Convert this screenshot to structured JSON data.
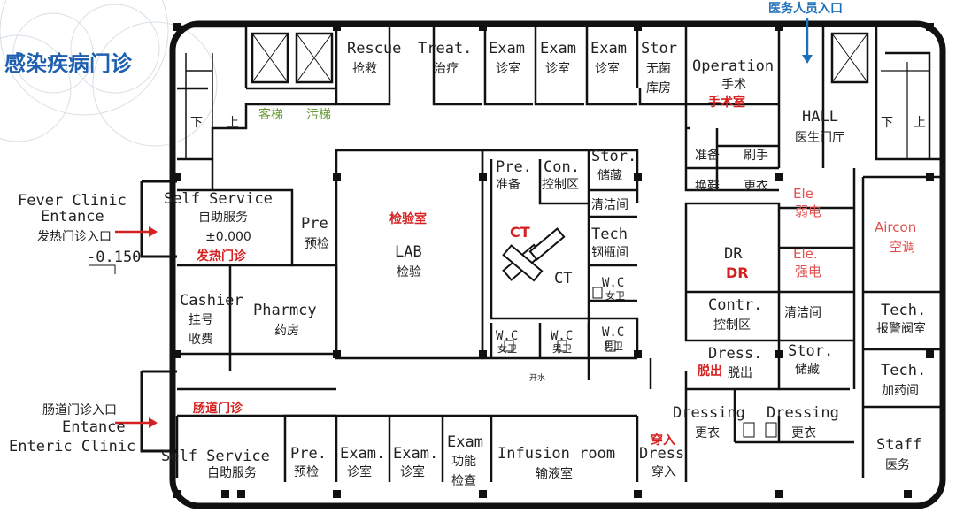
{
  "title": "感染疾病门诊",
  "staff_entrance": "医务人员入口",
  "colors": {
    "title": "#1e5fb0",
    "red_label": "#d42020",
    "green_label": "#6a9a3a",
    "wall": "#111111"
  },
  "rooms": {
    "rescue": {
      "en": "Rescue",
      "zh": "抢救"
    },
    "treat": {
      "en": "Treat.",
      "zh": "治疗"
    },
    "exam1": {
      "en": "Exam",
      "zh": "诊室"
    },
    "exam2": {
      "en": "Exam",
      "zh": "诊室"
    },
    "exam3": {
      "en": "Exam",
      "zh": "诊室"
    },
    "stor_top": {
      "en": "Stor",
      "zh1": "无菌",
      "zh2": "库房"
    },
    "operation": {
      "en": "Operation",
      "zh": "手术",
      "red": "手术室"
    },
    "hall": {
      "en": "HALL",
      "zh": "医生门厅"
    },
    "prep": "准备",
    "scrub": "刷手",
    "change_shoes": "换鞋",
    "change_clothes": "更衣",
    "elev_guest": "客梯",
    "elev_dirty": "污梯",
    "stair_down_l": "下",
    "stair_up_l": "上",
    "stair_down_r": "下",
    "stair_up_r": "上",
    "fever": {
      "en1": "Fever Clinic",
      "en2": "Entance",
      "zh": "发热门诊入口",
      "elev": "-0.150"
    },
    "self_service_top": {
      "en": "Self Service",
      "zh": "自助服务",
      "elev": "±0.000",
      "red": "发热门诊"
    },
    "pre_top": {
      "en": "Pre",
      "zh": "预检"
    },
    "lab": {
      "en": "LAB",
      "zh": "检验",
      "red": "检验室"
    },
    "ct_pre": {
      "en": "Pre.",
      "zh": "准备"
    },
    "ct_con": {
      "en": "Con.",
      "zh": "控制区"
    },
    "ct": {
      "en": "CT",
      "red": "CT"
    },
    "stor_mid": {
      "en": "Stor.",
      "zh": "储藏"
    },
    "clean": "清洁间",
    "tech_gas": {
      "en": "Tech",
      "zh": "钢瓶间"
    },
    "wc_f_small": {
      "en": "W.C",
      "zh": "女卫"
    },
    "wc_f": {
      "en": "W.C",
      "zh": "女卫"
    },
    "wc_m": {
      "en": "W.C",
      "zh": "男卫"
    },
    "wc_m2": {
      "en": "W.C",
      "zh": "男卫"
    },
    "wc_note": "开水",
    "dr": {
      "en": "DR",
      "red": "DR"
    },
    "contr": {
      "en": "Contr.",
      "zh": "控制区"
    },
    "clean2": "清洁间",
    "ele_weak": {
      "en": "Ele",
      "zh": "弱电"
    },
    "ele_strong": {
      "en": "Ele.",
      "zh": "强电"
    },
    "aircon": {
      "en": "Aircon",
      "zh": "空调"
    },
    "tech_alarm": {
      "en": "Tech.",
      "zh": "报警阀室"
    },
    "stor_r": {
      "en": "Stor.",
      "zh": "储藏"
    },
    "tech_dose": {
      "en": "Tech.",
      "zh": "加药间"
    },
    "dress_out": {
      "en": "Dress.",
      "zh": "脱出",
      "red": "脱出"
    },
    "cashier": {
      "en": "Cashier",
      "zh1": "挂号",
      "zh2": "收费"
    },
    "pharmacy": {
      "en": "Pharmcy",
      "zh": "药房"
    },
    "enteric": {
      "zh": "肠道门诊入口",
      "en1": "Entance",
      "en2": "Enteric Clinic",
      "red": "肠道门诊"
    },
    "self_service_bot": {
      "en": "Self Service",
      "zh": "自助服务"
    },
    "pre_bot": {
      "en": "Pre.",
      "zh": "预检"
    },
    "exam4": {
      "en": "Exam.",
      "zh": "诊室"
    },
    "exam5": {
      "en": "Exam.",
      "zh": "诊室"
    },
    "exam6": {
      "en": "Exam",
      "zh1": "功能",
      "zh2": "检查"
    },
    "infusion": {
      "en": "Infusion room",
      "zh": "输液室"
    },
    "dress_in": {
      "en": "Dress",
      "zh": "穿入",
      "red": "穿入"
    },
    "dressing1": {
      "en": "Dressing",
      "zh": "更衣"
    },
    "dressing2": {
      "en": "Dressing",
      "zh": "更衣"
    },
    "staff": {
      "en": "Staff",
      "zh": "医务"
    }
  }
}
